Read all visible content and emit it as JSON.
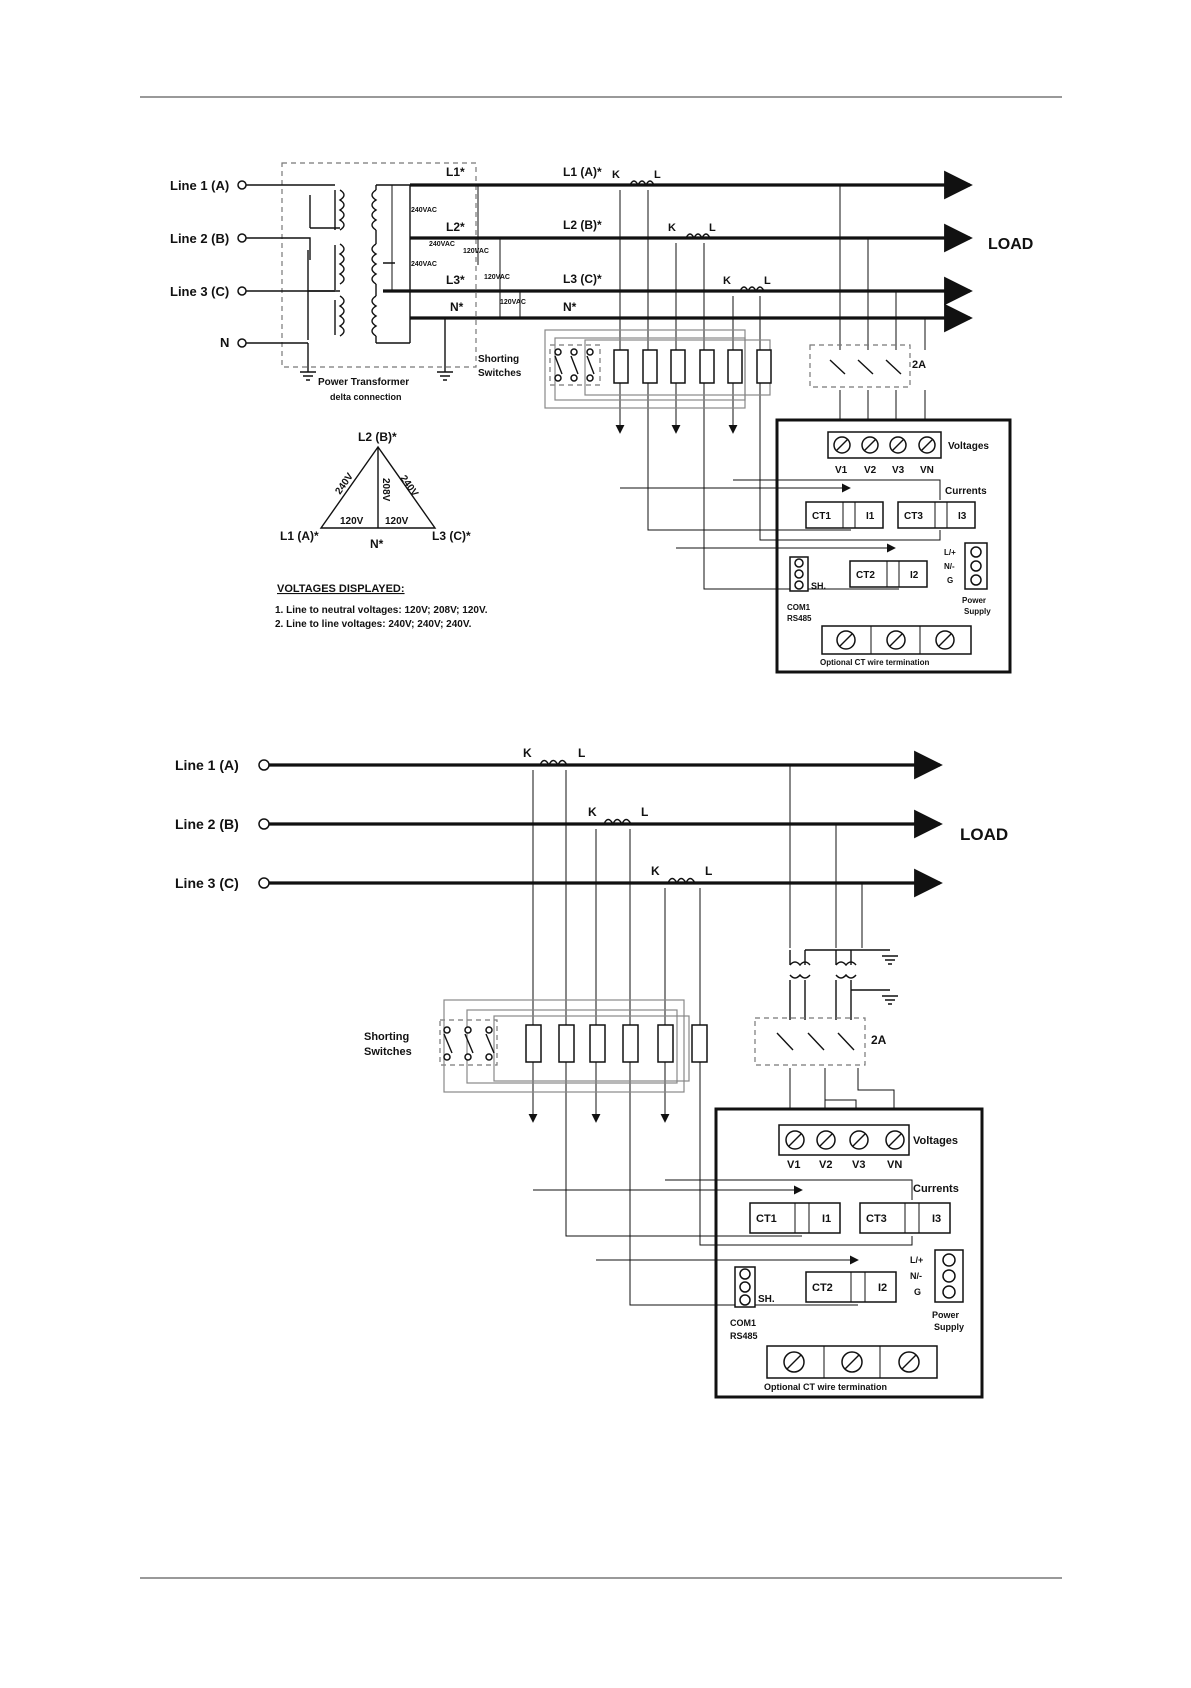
{
  "diagram1": {
    "lines": [
      {
        "label": "Line 1 (A)"
      },
      {
        "label": "Line 2 (B)"
      },
      {
        "label": "Line 3 (C)"
      },
      {
        "label": "N"
      }
    ],
    "transformer": {
      "title": "Power Transformer",
      "subtitle": "delta connection",
      "phases": [
        "L1*",
        "L2*",
        "L3*",
        "N*"
      ],
      "voltages": [
        "240VAC",
        "240VAC",
        "240VAC",
        "120VAC",
        "120VAC",
        "120VAC"
      ]
    },
    "bus_labels": [
      "L1 (A)*",
      "L2 (B)*",
      "L3 (C)*",
      "N*"
    ],
    "load": "LOAD",
    "delta": {
      "top": "L2 (B)*",
      "left": "L1 (A)*",
      "right": "L3 (C)*",
      "bottom": "N*",
      "side_left": "240V",
      "side_right": "240V",
      "center": "208V",
      "bottom_left": "120V",
      "bottom_right": "120V"
    },
    "voltages_displayed": {
      "title": "VOLTAGES  DISPLAYED:",
      "items": [
        "1. Line to neutral voltages: 120V; 208V; 120V.",
        "2. Line to line voltages: 240V; 240V; 240V."
      ]
    }
  },
  "diagram2": {
    "lines": [
      {
        "label": "Line 1 (A)"
      },
      {
        "label": "Line 2 (B)"
      },
      {
        "label": "Line 3 (C)"
      }
    ],
    "load": "LOAD"
  },
  "common": {
    "ct_k": "K",
    "ct_l": "L",
    "shorting": "Shorting",
    "switches": "Switches",
    "fuse": "2A",
    "voltages": "Voltages",
    "currents": "Currents",
    "v_terms": [
      "V1",
      "V2",
      "V3",
      "VN"
    ],
    "ct1": "CT1",
    "ct2": "CT2",
    "ct3": "CT3",
    "i1": "I1",
    "i2": "I2",
    "i3": "I3",
    "com1": "COM1",
    "rs485": "RS485",
    "sh": "SH.",
    "power_pins": [
      "L/+",
      "N/-",
      "G"
    ],
    "power": "Power",
    "supply": "Supply",
    "optional": "Optional CT wire termination"
  }
}
